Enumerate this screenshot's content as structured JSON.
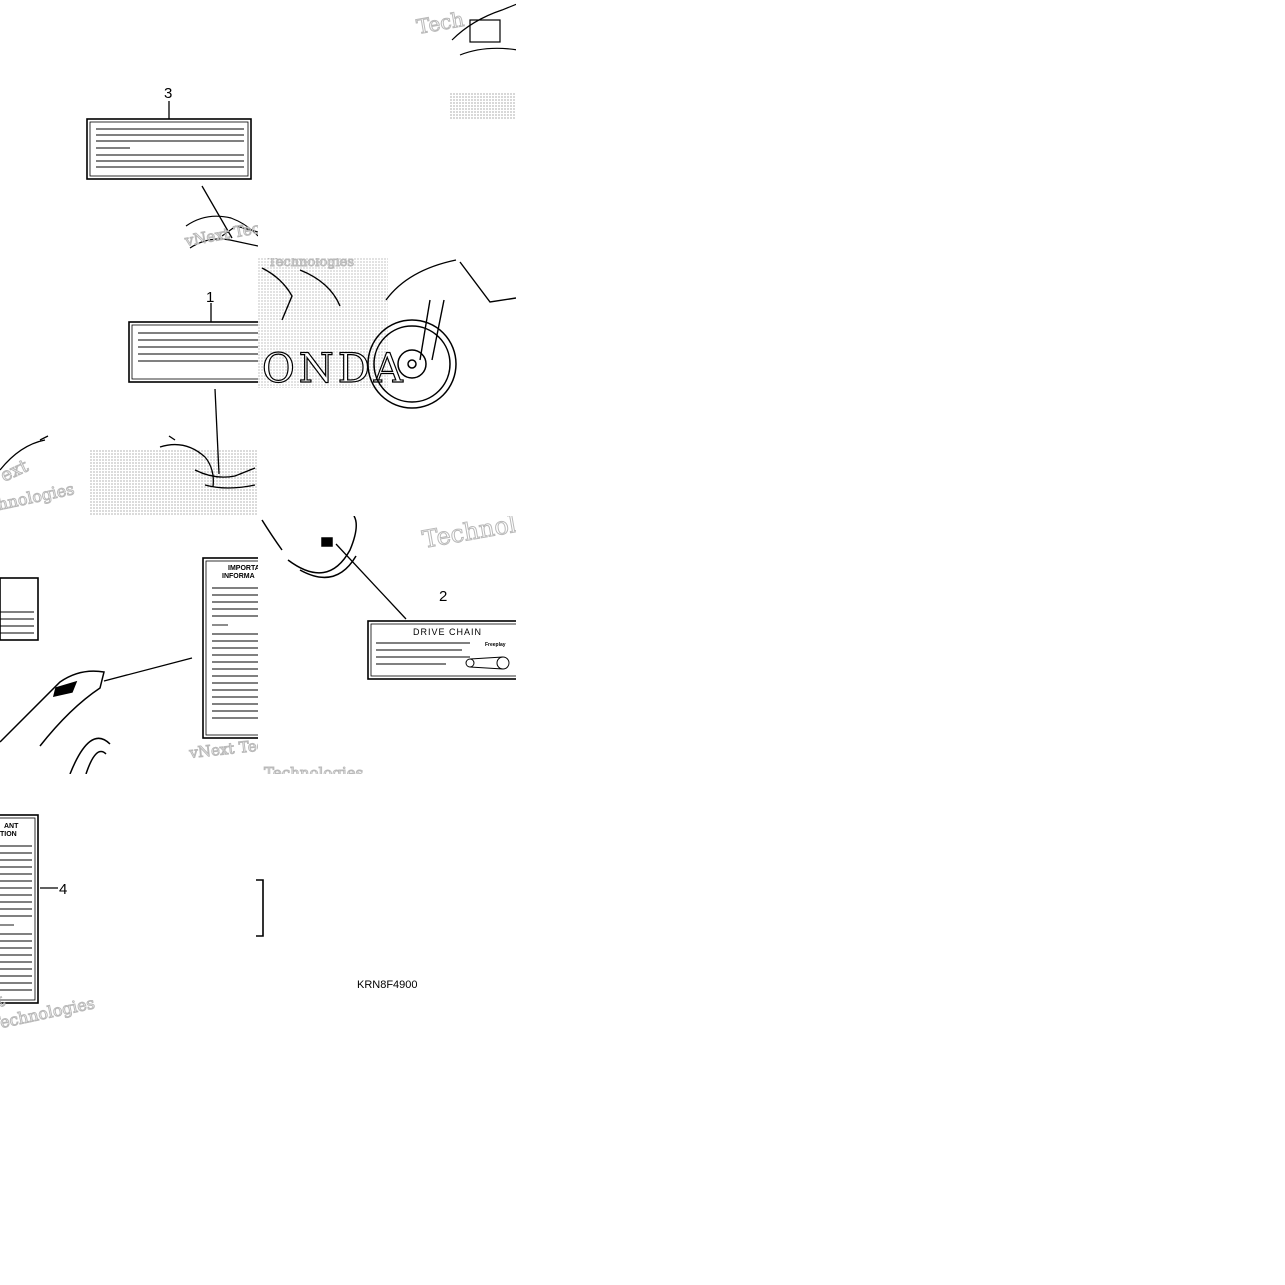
{
  "diagram": {
    "code": "KRN8F4900",
    "callouts": [
      {
        "id": "1",
        "label": "1"
      },
      {
        "id": "2",
        "label": "2"
      },
      {
        "id": "3",
        "label": "3"
      },
      {
        "id": "4",
        "label": "4"
      }
    ],
    "labels": {
      "drive_chain": {
        "title": "DRIVE CHAIN",
        "sub": "Freeplay"
      },
      "important_info": {
        "line1": "IMPORTANT",
        "line2": "INFORMATION",
        "line1_fragment": "IMPORTA",
        "line2_fragment": "INFORMA",
        "line1_fragment_b": "ANT",
        "line2_fragment_b": "TION"
      }
    },
    "watermarks": [
      {
        "text": "vNext Technologies"
      },
      {
        "text": "Technologies"
      },
      {
        "text": "Technolo"
      },
      {
        "text": "Tech"
      },
      {
        "text": "chnologies"
      },
      {
        "text": "vNext Tec"
      },
      {
        "text": "xt"
      },
      {
        "text": "ext"
      }
    ]
  }
}
